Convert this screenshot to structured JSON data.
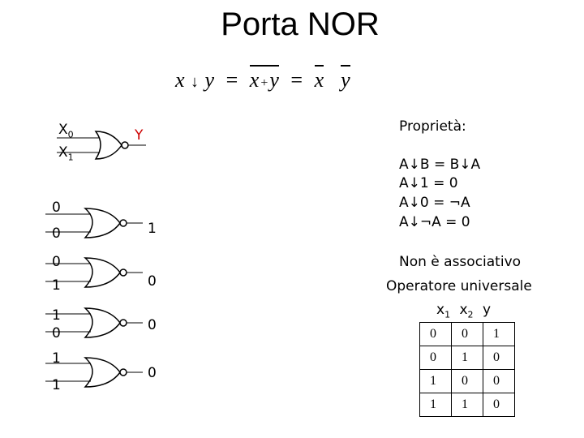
{
  "title": "Porta NOR",
  "formula": {
    "lhs_x": "x",
    "arrow": "↓",
    "lhs_y": "y",
    "eq1": "=",
    "mid_x": "x",
    "plus": "+",
    "mid_y": "y",
    "eq2": "=",
    "rhs_x": "x",
    "rhs_y": "y"
  },
  "main_gate": {
    "input0": "X",
    "input0_sub": "0",
    "input1": "X",
    "input1_sub": "1",
    "output": "Y"
  },
  "examples": [
    {
      "a": "0",
      "b": "0",
      "out": "1"
    },
    {
      "a": "0",
      "b": "1",
      "out": "0"
    },
    {
      "a": "1",
      "b": "0",
      "out": "0"
    },
    {
      "a": "1",
      "b": "1",
      "out": "0"
    }
  ],
  "properties": {
    "heading": "Proprietà:",
    "items": [
      "A↓B = B↓A",
      "A↓1 = 0",
      "A↓0 = ¬A",
      "A↓¬A = 0"
    ],
    "note1": "Non è associativo",
    "note2": "Operatore universale"
  },
  "truth_table": {
    "header": {
      "c1": "x",
      "c1_sub": "1",
      "c2": "x",
      "c2_sub": "2",
      "c3": "y"
    },
    "rows": [
      [
        "0",
        "0",
        "1"
      ],
      [
        "0",
        "1",
        "0"
      ],
      [
        "1",
        "0",
        "0"
      ],
      [
        "1",
        "1",
        "0"
      ]
    ]
  },
  "colors": {
    "output_label": "#cc0000"
  }
}
